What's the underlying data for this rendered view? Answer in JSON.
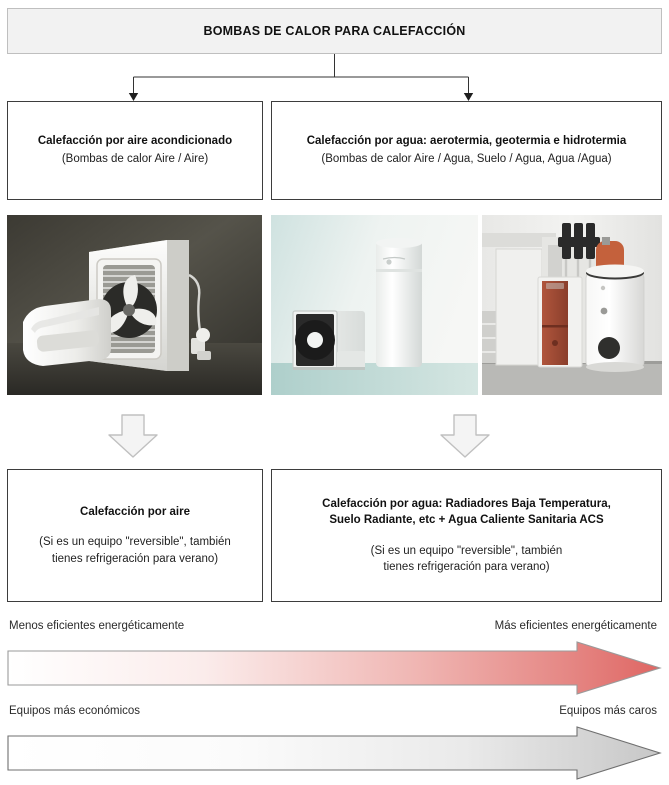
{
  "title": {
    "heading": "BOMBAS DE CALOR PARA CALEFACCIÓN"
  },
  "categories": [
    {
      "name": "air-conditioning",
      "title": "Calefacción por aire acondicionado",
      "subtitle": "(Bombas de calor Aire / Aire)",
      "photo_alt": "split-air-conditioner-photo"
    },
    {
      "name": "water-heating",
      "title": "Calefacción por agua: aerotermia, geotermia e hidrotermia",
      "subtitle": "(Bombas de calor Aire / Agua, Suelo / Agua, Agua /Agua)",
      "photo_alt": "aerothermal-heat-pump-and-tank-photo",
      "photo_alt_2": "geothermal-heat-pump-installation-photo"
    }
  ],
  "results": [
    {
      "name": "air-result",
      "title": "Calefacción por aire",
      "note_line1": "(Si es un equipo \"reversible\", también",
      "note_line2": "tienes refrigeración para verano)"
    },
    {
      "name": "water-result",
      "title_line1": "Calefacción por agua: Radiadores Baja Temperatura,",
      "title_line2": "Suelo Radiante, etc + Agua Caliente Sanitaria ACS",
      "note_line1": "(Si es un equipo \"reversible\", también",
      "note_line2": "tienes refrigeración para verano)"
    }
  ],
  "scales": [
    {
      "name": "efficiency-scale",
      "left_label": "Menos eficientes energéticamente",
      "right_label": "Más eficientes energéticamente",
      "gradient_start": "#ffffff",
      "gradient_end": "#e06a6a",
      "border_color": "#8a8a8a"
    },
    {
      "name": "cost-scale",
      "left_label": "Equipos más económicos",
      "right_label": "Equipos más caros",
      "gradient_start": "#ffffff",
      "gradient_end": "#c9c9c9",
      "border_color": "#6b6b6b"
    }
  ],
  "colors": {
    "title_fill": "#f2f2f2",
    "title_border": "#bfbfbf",
    "box_border": "#3d3d3d",
    "block_arrow_fill": "#f4f4f4",
    "block_arrow_border": "#c0c0c0",
    "connector_line": "#333333"
  }
}
